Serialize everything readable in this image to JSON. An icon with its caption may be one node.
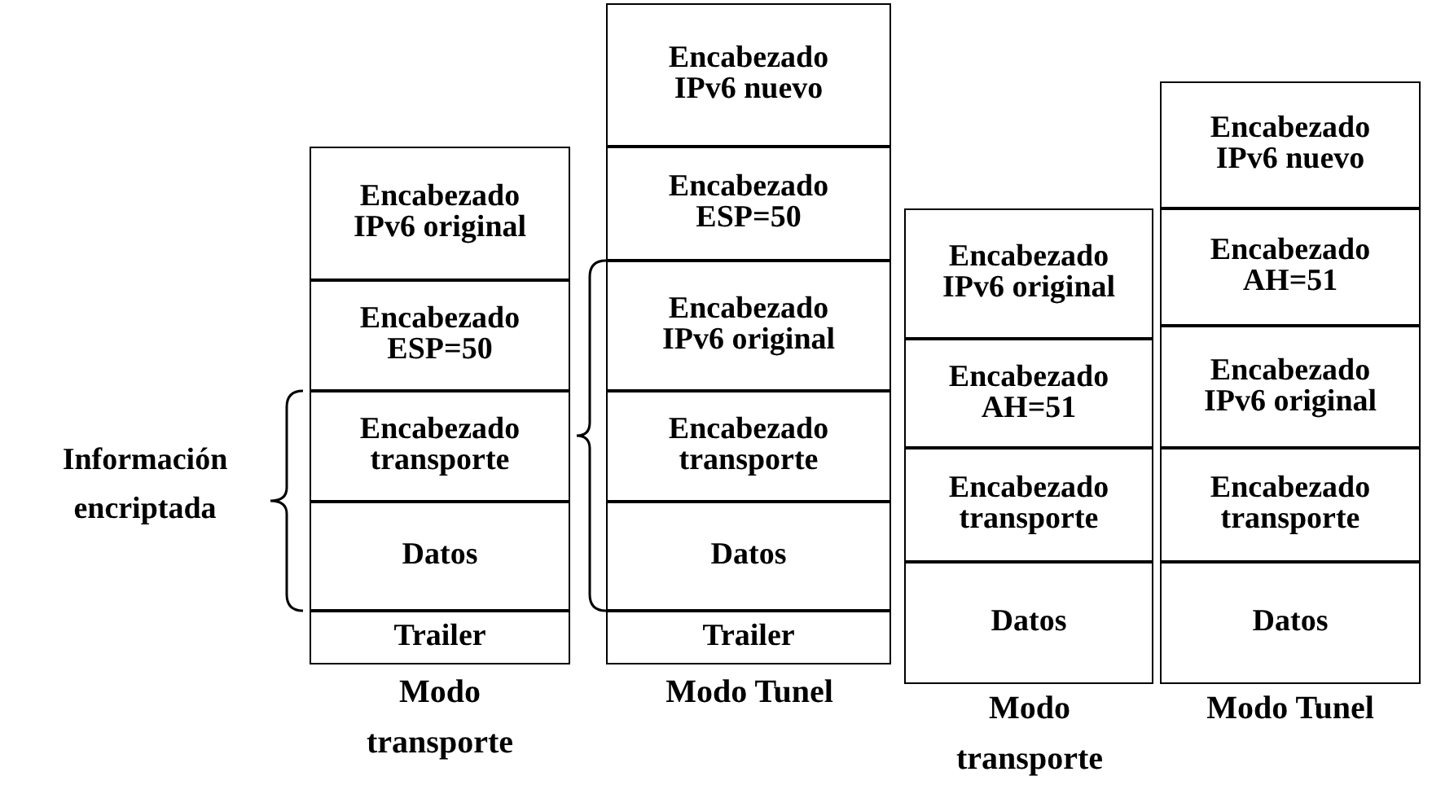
{
  "diagram": {
    "nodes": [
      {
        "text": [
          "Encabezado IPv6 original"
        ]
      },
      {
        "text": [
          "Encabezado ESP=50"
        ]
      },
      {
        "text": [
          "Encabezado transporte"
        ]
      },
      {
        "text": [
          "Datos"
        ]
      },
      {
        "text": [
          "Trailer"
        ]
      },
      {
        "text": [
          "Encabezado IPv6 nuevo"
        ]
      },
      {
        "text": [
          "Encabezado ESP=50"
        ]
      },
      {
        "text": [
          "Encabezado IPv6 original"
        ]
      },
      {
        "text": [
          "Encabezado transporte"
        ]
      },
      {
        "text": [
          "Datos"
        ]
      },
      {
        "text": [
          "Trailer"
        ]
      },
      {
        "text": [
          "Encabezado IPv6 original"
        ]
      },
      {
        "text": [
          "Encabezado AH=51"
        ]
      },
      {
        "text": [
          "Encabezado transporte"
        ]
      },
      {
        "text": [
          "Datos"
        ]
      },
      {
        "text": [
          "Encabezado IPv6 nuevo"
        ]
      },
      {
        "text": [
          "Encabezado AH=51"
        ]
      },
      {
        "text": [
          "Encabezado IPv6 original"
        ]
      },
      {
        "text": [
          "Encabezado transporte"
        ]
      },
      {
        "text": [
          "Datos"
        ]
      }
    ],
    "edges": [],
    "labels": [
      "Información encriptada",
      "Modo transporte",
      "Modo Tunel",
      "Modo transporte",
      "Modo Tunel"
    ]
  }
}
